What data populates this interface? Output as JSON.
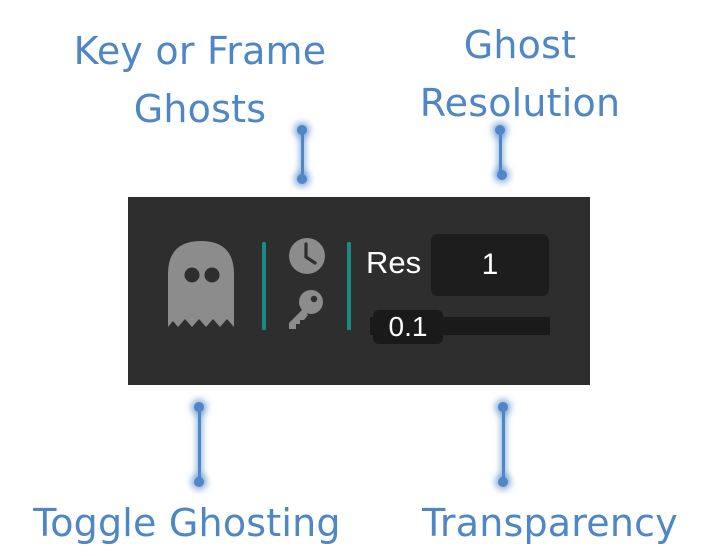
{
  "callouts": {
    "key_or_frame": [
      "Key or Frame",
      "Ghosts"
    ],
    "ghost_resolution": [
      "Ghost",
      "Resolution"
    ],
    "toggle": "Toggle Ghosting",
    "transparency": "Transparency"
  },
  "panel": {
    "res_label": "Res",
    "res_value": "1",
    "transparency_value": "0.1",
    "icons": [
      "ghost-icon",
      "clock-icon",
      "key-icon"
    ]
  },
  "colors": {
    "callout": "#4f86c6",
    "panel_bg": "#2e2e2e",
    "separator": "#178a84",
    "icon": "#8c8c8c"
  }
}
